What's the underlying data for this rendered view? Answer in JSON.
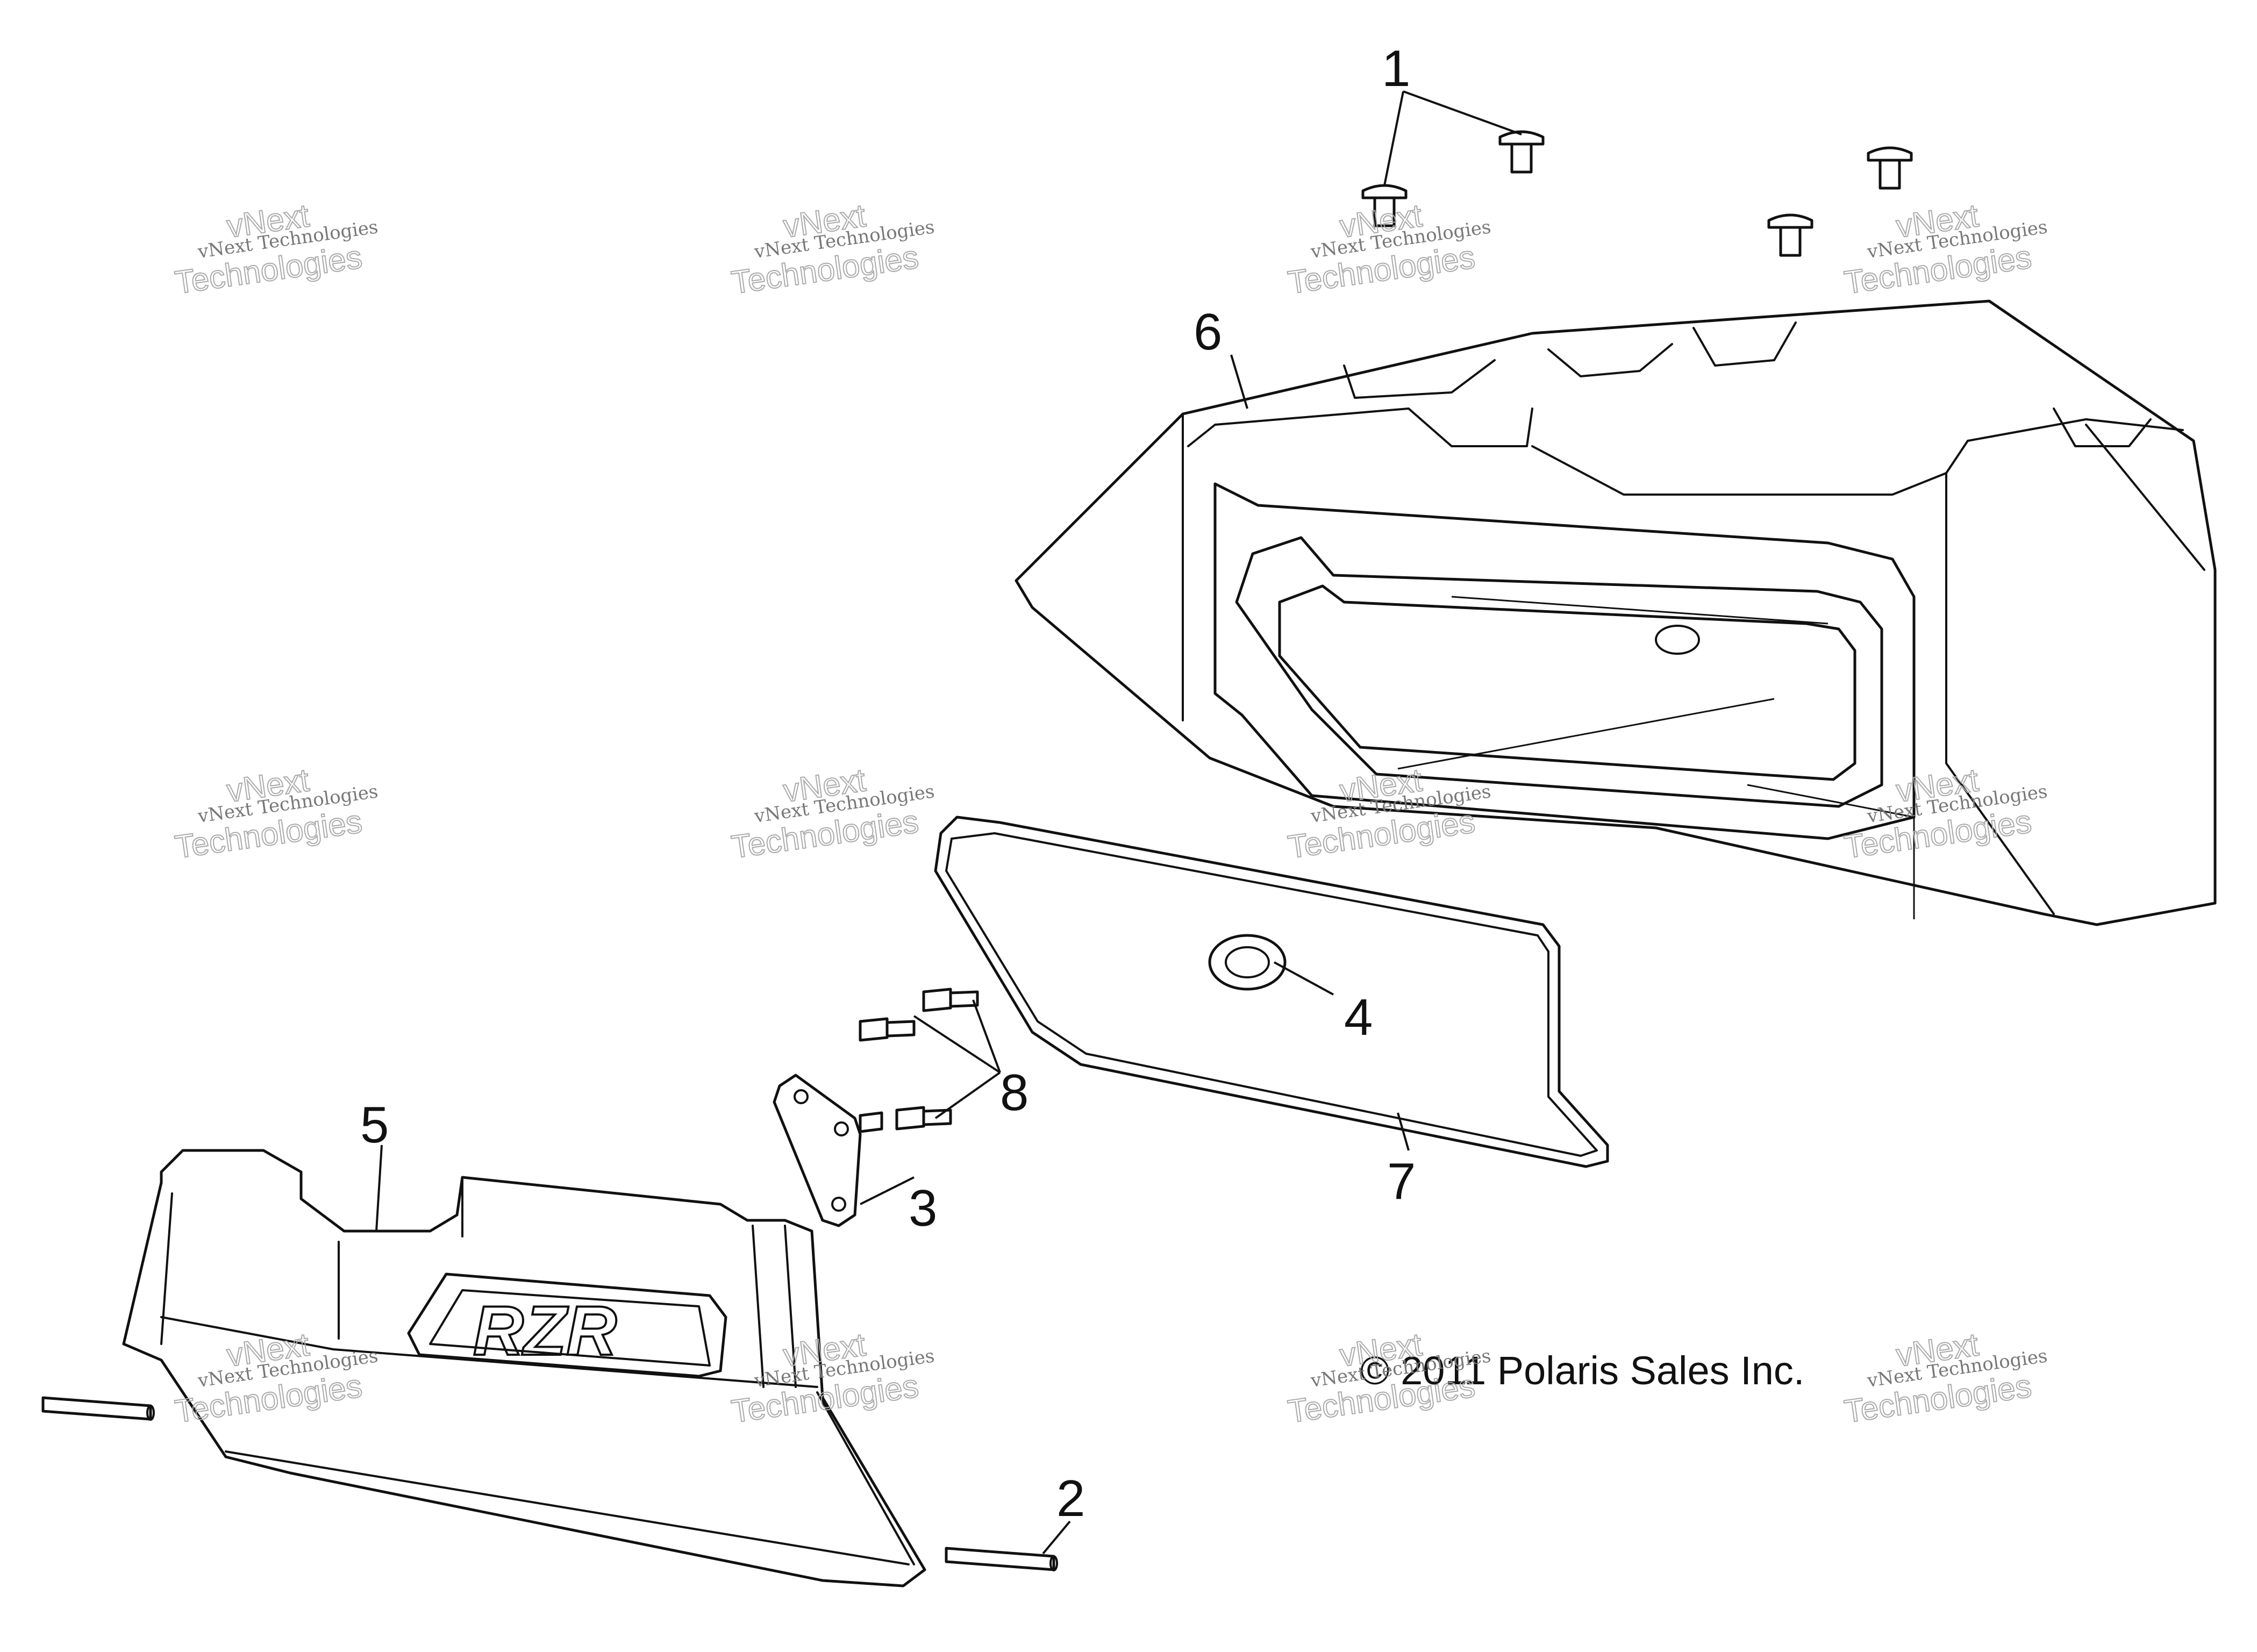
{
  "callouts": [
    {
      "id": "1",
      "label": "1"
    },
    {
      "id": "2",
      "label": "2"
    },
    {
      "id": "3",
      "label": "3"
    },
    {
      "id": "4",
      "label": "4"
    },
    {
      "id": "5",
      "label": "5"
    },
    {
      "id": "6",
      "label": "6"
    },
    {
      "id": "7",
      "label": "7"
    },
    {
      "id": "8",
      "label": "8"
    }
  ],
  "copyright": "© 2011 Polaris Sales Inc.",
  "watermark": {
    "line1": "vNext Technologies",
    "line2": "vNext",
    "line3": "Technologies"
  },
  "logo_text": "RZR"
}
